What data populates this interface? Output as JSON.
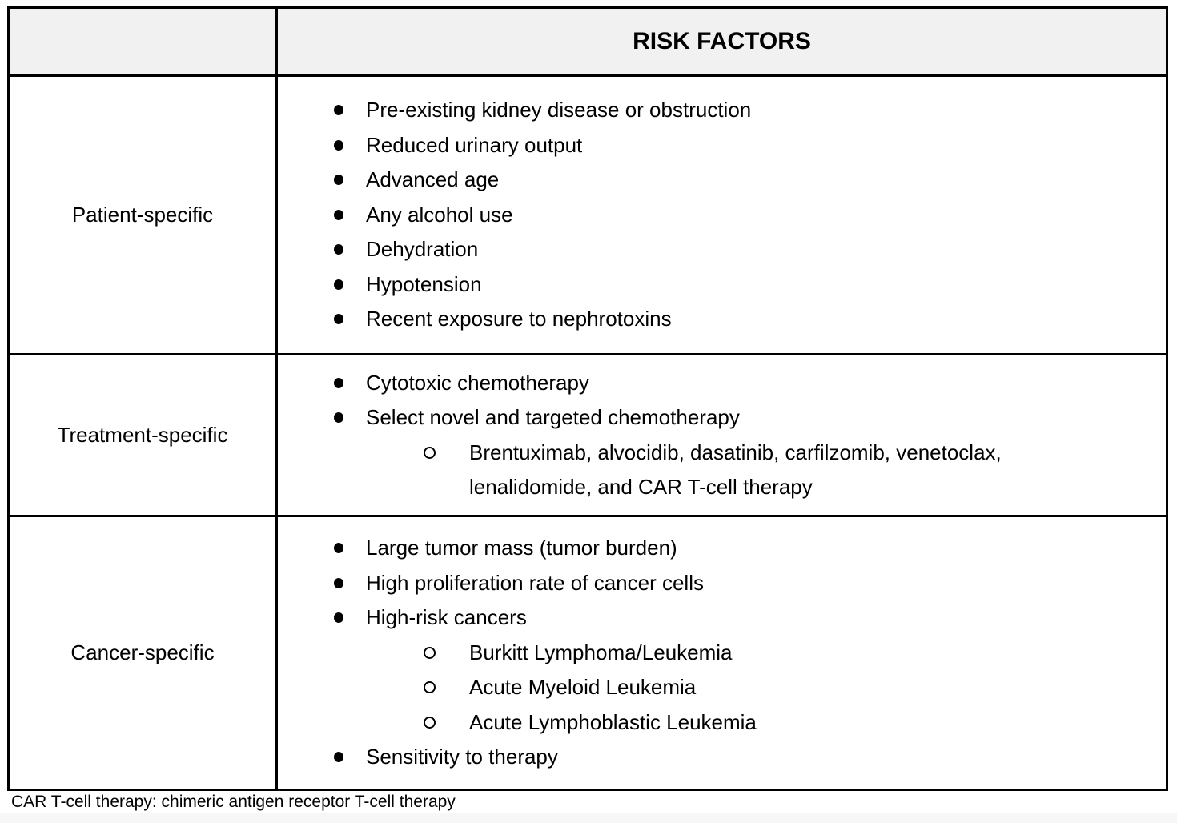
{
  "table": {
    "header": {
      "category_col": "",
      "title": "RISK FACTORS"
    },
    "rows": [
      {
        "category": "Patient-specific",
        "items": [
          {
            "level": 1,
            "text": "Pre-existing kidney disease or obstruction"
          },
          {
            "level": 1,
            "text": "Reduced urinary output"
          },
          {
            "level": 1,
            "text": "Advanced age"
          },
          {
            "level": 1,
            "text": "Any alcohol use"
          },
          {
            "level": 1,
            "text": "Dehydration"
          },
          {
            "level": 1,
            "text": "Hypotension"
          },
          {
            "level": 1,
            "text": "Recent exposure to nephrotoxins"
          }
        ]
      },
      {
        "category": "Treatment-specific",
        "items": [
          {
            "level": 1,
            "text": "Cytotoxic chemotherapy"
          },
          {
            "level": 1,
            "text": "Select novel and targeted chemotherapy"
          },
          {
            "level": 2,
            "text": "Brentuximab, alvocidib, dasatinib, carfilzomib, venetoclax, lenalidomide, and CAR T-cell therapy"
          }
        ]
      },
      {
        "category": "Cancer-specific",
        "items": [
          {
            "level": 1,
            "text": "Large tumor mass (tumor burden)"
          },
          {
            "level": 1,
            "text": "High proliferation rate of cancer cells"
          },
          {
            "level": 1,
            "text": "High-risk cancers"
          },
          {
            "level": 2,
            "text": "Burkitt Lymphoma/Leukemia"
          },
          {
            "level": 2,
            "text": "Acute Myeloid Leukemia"
          },
          {
            "level": 2,
            "text": "Acute Lymphoblastic Leukemia"
          },
          {
            "level": 1,
            "text": "Sensitivity to therapy"
          }
        ]
      }
    ]
  },
  "footnote": "CAR T-cell therapy: chimeric antigen receptor T-cell therapy",
  "colors": {
    "header_bg": "#f1f1f1",
    "border": "#000000",
    "text": "#000000",
    "bottom_strip": "#f7f7f7"
  }
}
